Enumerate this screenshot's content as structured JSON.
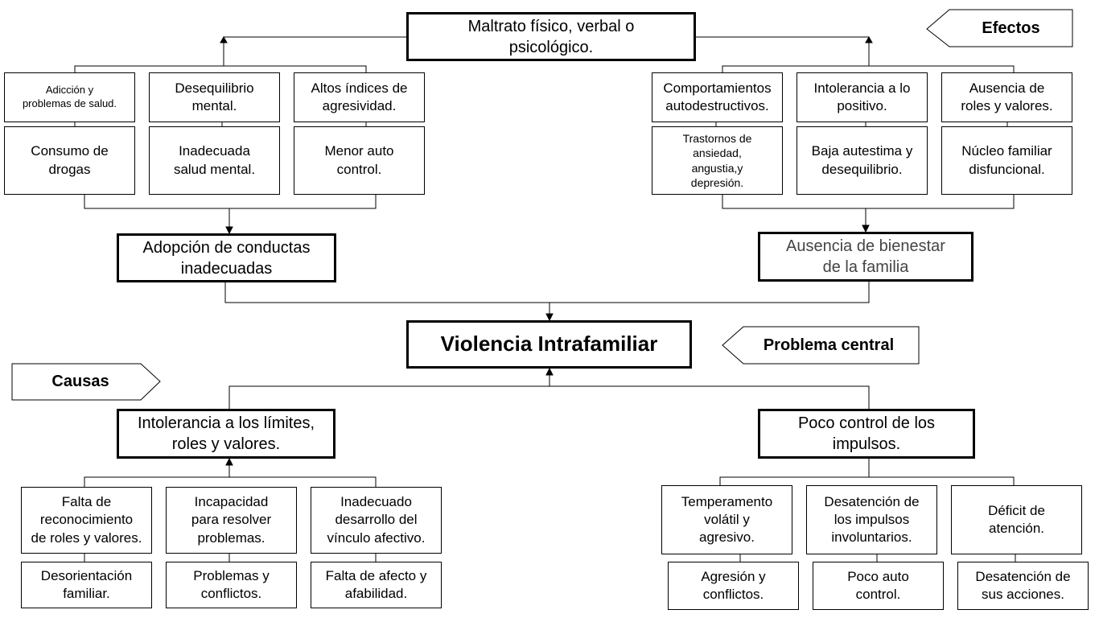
{
  "labels": {
    "efectos": "Efectos",
    "problema_central": "Problema central",
    "causas": "Causas"
  },
  "top_effect": "Maltrato físico, verbal o\npsicológico.",
  "central_problem": "Violencia Intrafamiliar",
  "effects_left": {
    "main": "Adopción de conductas\ninadecuadas",
    "upper": [
      "Adicción y\nproblemas de salud.",
      "Desequilibrio\nmental.",
      "Altos índices de\nagresividad."
    ],
    "lower": [
      "Consumo de\ndrogas",
      "Inadecuada\nsalud mental.",
      "Menor auto\ncontrol."
    ]
  },
  "effects_right": {
    "main": "Ausencia de bienestar\nde la familia",
    "upper": [
      "Comportamientos\nautodestructivos.",
      "Intolerancia a lo\npositivo.",
      "Ausencia de\nroles y valores."
    ],
    "lower": [
      "Trastornos de\nansiedad,\nangustia,y\ndepresión.",
      "Baja autestima y\ndesequilibrio.",
      "Núcleo familiar\ndisfuncional."
    ]
  },
  "causes_left": {
    "main": "Intolerancia a los límites,\nroles y valores.",
    "upper": [
      "Falta de\nreconocimiento\nde roles y valores.",
      "Incapacidad\npara resolver\nproblemas.",
      "Inadecuado\ndesarrollo del\nvínculo afectivo."
    ],
    "lower": [
      "Desorientación\nfamiliar.",
      "Problemas y\nconflictos.",
      "Falta de afecto y\nafabilidad."
    ]
  },
  "causes_right": {
    "main": "Poco control de los\nimpulsos.",
    "upper": [
      "Temperamento\nvolátil y\nagresivo.",
      "Desatención de\nlos impulsos\ninvoluntarios.",
      "Déficit de\natención."
    ],
    "lower": [
      "Agresión y\nconflictos.",
      "Poco auto\ncontrol.",
      "Desatención de\nsus acciones."
    ]
  }
}
